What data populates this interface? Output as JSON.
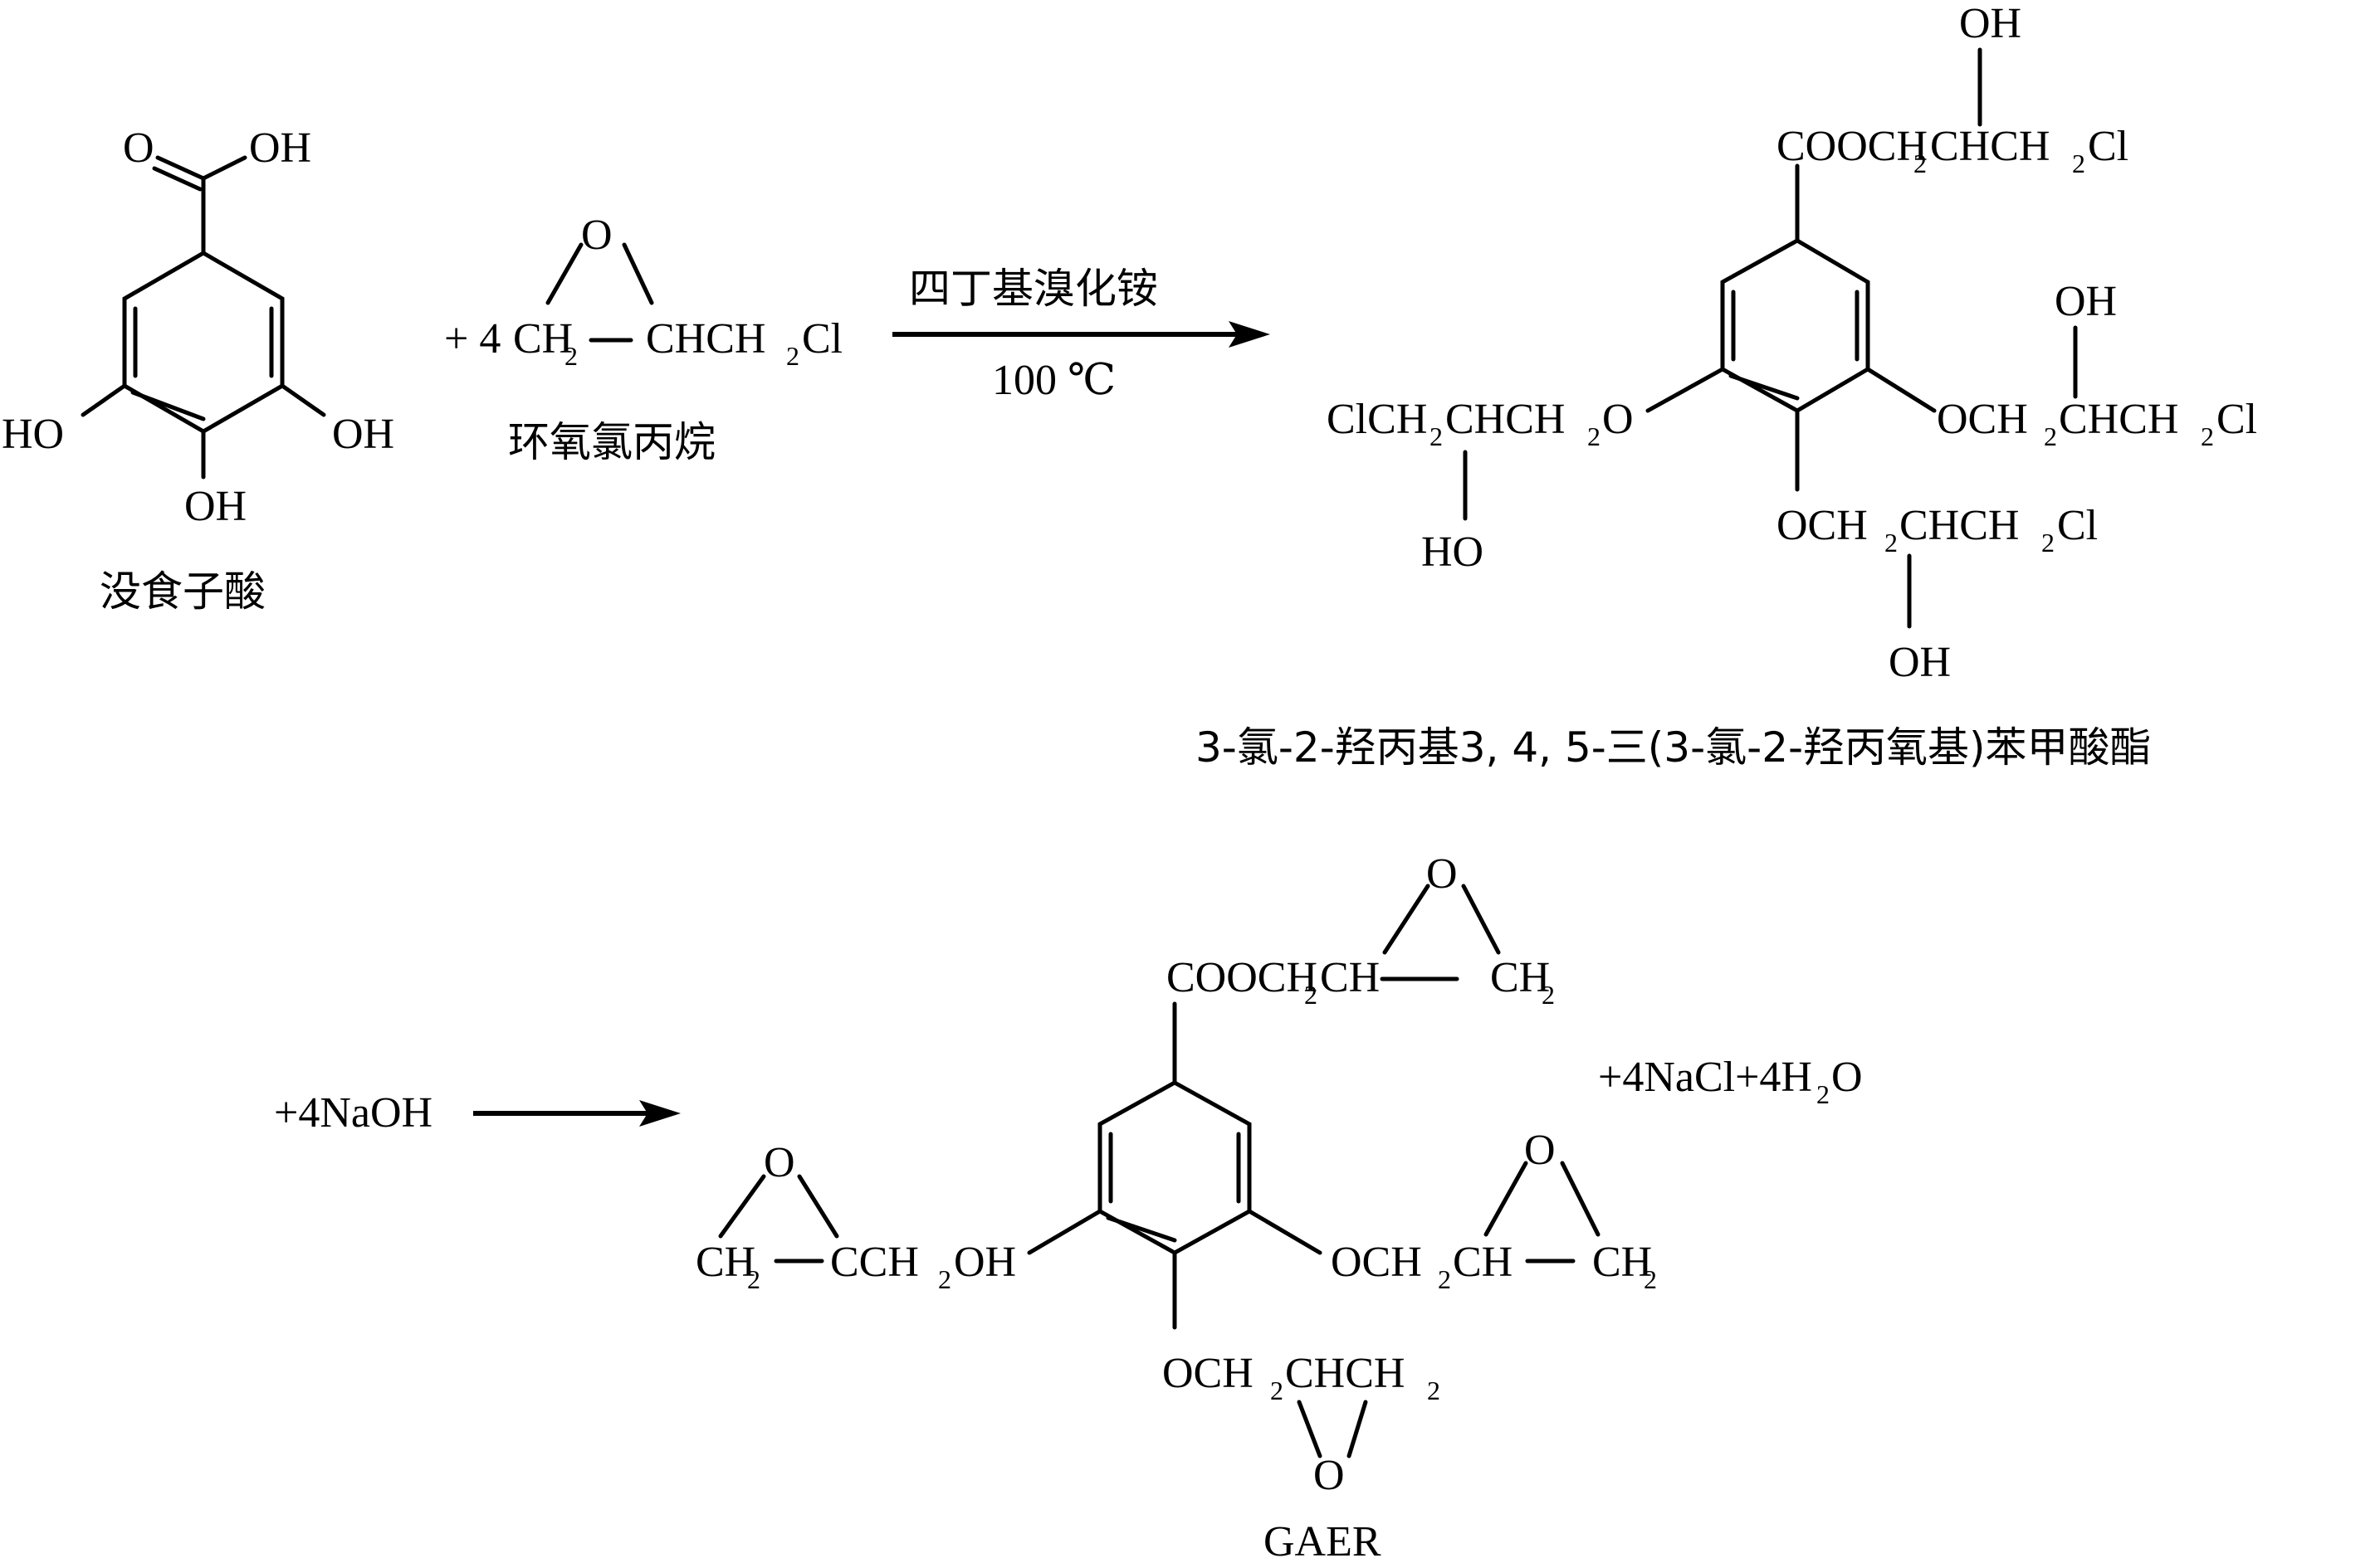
{
  "step1": {
    "gallic_acid": {
      "name": "没食子酸",
      "o_label": "O",
      "oh_acid": "OH",
      "ho_left": "HO",
      "oh_right": "OH",
      "oh_bottom": "OH"
    },
    "epichlorohydrin": {
      "coefficient": "+ 4",
      "ring_o": "O",
      "ch2": "CH",
      "sub2": "2",
      "chch2": "CHCH",
      "sub2b": "2",
      "cl": "Cl",
      "name": "环氧氯丙烷"
    },
    "arrow": {
      "catalyst": "四丁基溴化铵",
      "temperature": "100 ℃"
    },
    "intermediate": {
      "oh_top": "OH",
      "ester_coo": "COOCH",
      "ester_sub": "2",
      "ester_chch": "CHCH",
      "ester_sub2": "2",
      "ester_cl": "Cl",
      "left_clch": "ClCH",
      "left_sub": "2",
      "left_chch": "CHCH",
      "left_sub2": "2",
      "left_o": "O",
      "left_ho": "HO",
      "right_oh": "OH",
      "right_och": "OCH",
      "right_sub": "2",
      "right_chch": "CHCH",
      "right_sub2": "2",
      "right_cl": "Cl",
      "bottom_och": "OCH",
      "bottom_sub": "2",
      "bottom_chch": "CHCH",
      "bottom_sub2": "2",
      "bottom_cl": "Cl",
      "bottom_oh": "OH",
      "name": "3-氯-2-羟丙基3, 4, 5-三(3-氯-2-羟丙氧基)苯甲酸酯"
    }
  },
  "step2": {
    "reagent": "+4NaOH",
    "byproducts_a": "+4NaCl+4H",
    "byproducts_sub": "2",
    "byproducts_b": "O",
    "product": {
      "top_ring_o": "O",
      "top_cooch": "COOCH",
      "top_sub": "2",
      "top_ch": "CH",
      "top_ch2": "CH",
      "top_sub2": "2",
      "left_ring_o": "O",
      "left_ch2": "CH",
      "left_sub": "2",
      "left_cch": "CCH",
      "left_sub2": "2",
      "left_oh": "OH",
      "right_ring_o": "O",
      "right_och": "OCH",
      "right_sub": "2",
      "right_ch": "CH",
      "right_ch2": "CH",
      "right_sub2": "2",
      "bottom_och": "OCH",
      "bottom_sub": "2",
      "bottom_chch": "CHCH",
      "bottom_sub2": "2",
      "bottom_ring_o": "O",
      "name": "GAER"
    }
  }
}
